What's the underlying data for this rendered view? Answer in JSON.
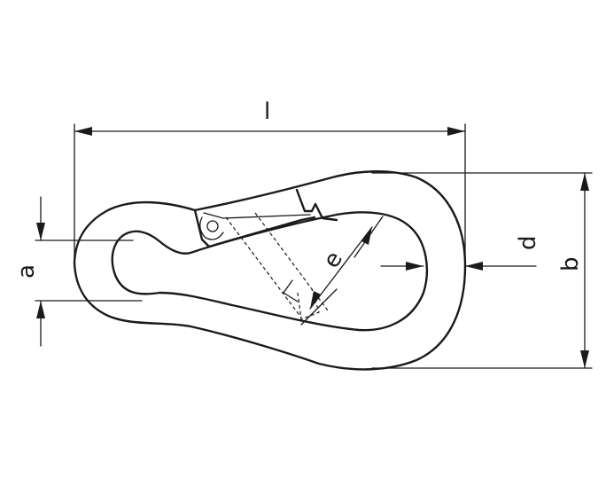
{
  "dimensions": {
    "length_label": "l",
    "height_label": "b",
    "eye_label": "a",
    "wire_label": "d",
    "gate_label": "e"
  }
}
